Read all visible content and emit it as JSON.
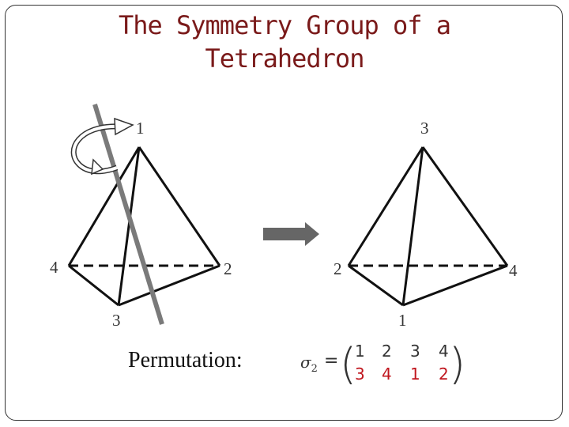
{
  "title": {
    "line1": "The Symmetry Group of a",
    "line2": "Tetrahedron"
  },
  "left_tetrahedron": {
    "top": "1",
    "left": "4",
    "right": "2",
    "front": "3"
  },
  "right_tetrahedron": {
    "top": "3",
    "left": "2",
    "right": "4",
    "front": "1"
  },
  "permutation": {
    "label": "Permutation:",
    "symbol": "σ",
    "subscript": "2",
    "equals": "=",
    "top_row": [
      "1",
      "2",
      "3",
      "4"
    ],
    "bottom_row": [
      "3",
      "4",
      "1",
      "2"
    ]
  },
  "colors": {
    "title": "#7a1a1a",
    "bottom_row": "#c0161e",
    "axis": "#777777",
    "arrow": "#666666"
  },
  "icons": {
    "rotation": "rotation-arrow-icon",
    "transform": "right-arrow-icon"
  }
}
